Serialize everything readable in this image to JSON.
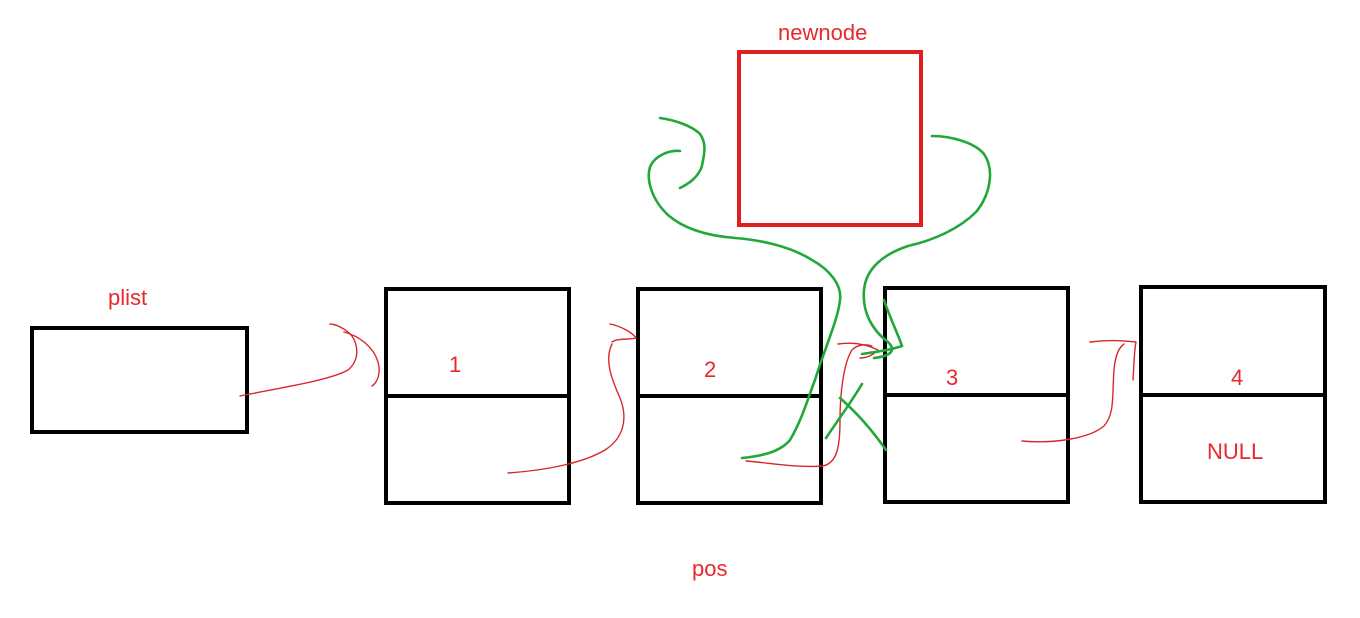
{
  "labels": {
    "plist": "plist",
    "newnode": "newnode",
    "pos": "pos"
  },
  "nodes": [
    {
      "value": "1",
      "next": ""
    },
    {
      "value": "2",
      "next": ""
    },
    {
      "value": "3",
      "next": ""
    },
    {
      "value": "4",
      "next": "NULL"
    }
  ],
  "colors": {
    "text": "#e8282b",
    "box": "#000000",
    "newnode_border": "#e02020",
    "old_link": "#d62a2a",
    "new_link": "#22a83a"
  }
}
